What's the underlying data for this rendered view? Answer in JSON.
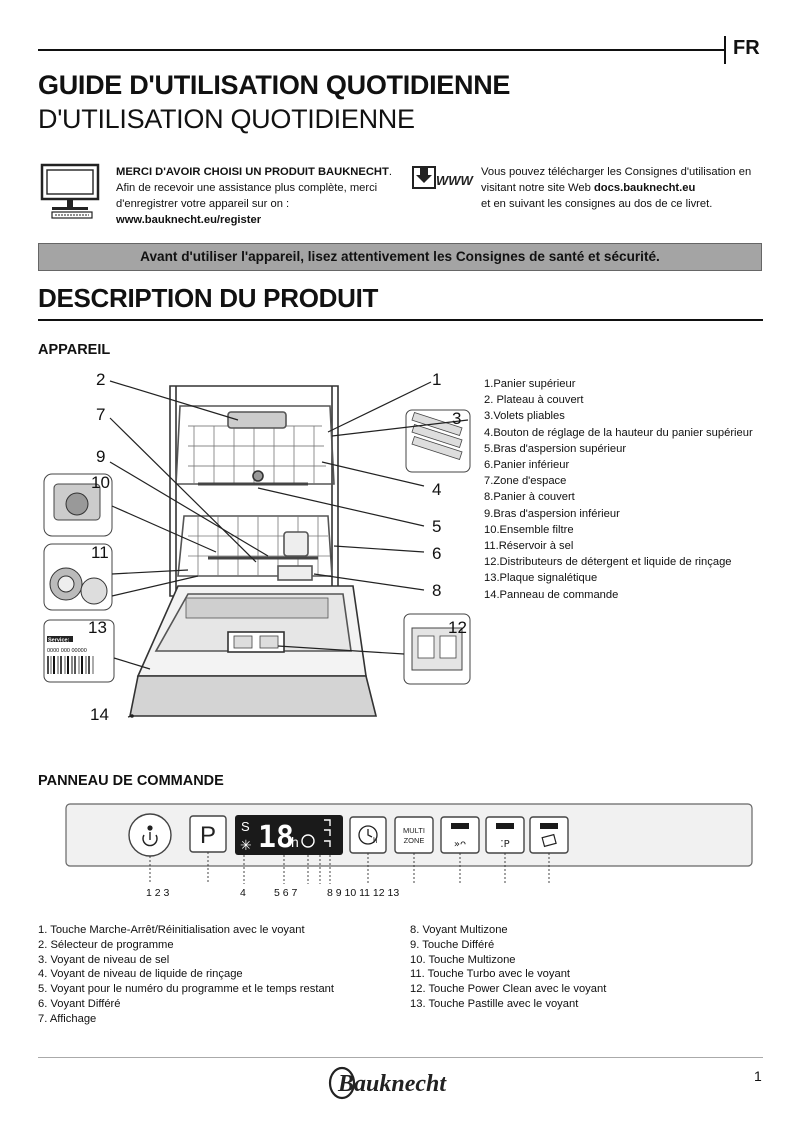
{
  "header": {
    "language": "FR",
    "title_bold": "GUIDE D'UTILISATION QUOTIDIENNE",
    "title_regular": "D'UTILISATION QUOTIDIENNE"
  },
  "info": {
    "thanks_bold": "MERCI D'AVOIR CHOISI UN PRODUIT BAUKNECHT",
    "thanks_dot": ".",
    "thanks_text": "Afin de recevoir une assistance plus complète, merci d'enregistrer votre appareil sur on :",
    "register_url": "www.bauknecht.eu/register",
    "download_prefix": "Vous pouvez télécharger les Consignes d'utilisation en visitant notre site Web ",
    "download_url": "docs.bauknecht.eu",
    "download_suffix": "et en suivant les consignes au dos de ce livret.",
    "download_icon_label": "WWW"
  },
  "warning": "Avant d'utiliser l'appareil, lisez attentivement les Consignes de santé et sécurité.",
  "description": {
    "title": "DESCRIPTION DU PRODUIT",
    "appareil_title": "APPAREIL",
    "callouts": [
      "1",
      "2",
      "3",
      "4",
      "5",
      "6",
      "7",
      "8",
      "9",
      "10",
      "11",
      "12",
      "13",
      "14"
    ],
    "rating_plate_label": "Service:",
    "rating_plate_number": "0000 000 00000",
    "parts": [
      "1.Panier supérieur",
      "2. Plateau à couvert",
      "3.Volets pliables",
      "4.Bouton de réglage de la hauteur du panier supérieur",
      "5.Bras d'aspersion supérieur",
      "6.Panier inférieur",
      "7.Zone d'espace",
      "8.Panier à couvert",
      "9.Bras d'aspersion inférieur",
      "10.Ensemble filtre",
      "11.Réservoir à sel",
      "12.Distributeurs de détergent et liquide de rinçage",
      "13.Plaque signalétique",
      "14.Panneau de commande"
    ]
  },
  "control_panel": {
    "title": "PANNEAU DE COMMANDE",
    "program_key": "P",
    "display_s": "S",
    "display_digits": "18",
    "display_h": "h",
    "multizone_line1": "MULTI",
    "multizone_line2": "ZONE",
    "delay_h": "h",
    "turbo_glyph": "»ᴖ",
    "number_labels": [
      "1 2 3",
      "4",
      "5 6 7",
      "8 9 10 11 12 13"
    ],
    "legend_left": [
      "1. Touche Marche-Arrêt/Réinitialisation avec le voyant",
      "2. Sélecteur de programme",
      "3. Voyant de niveau de sel",
      "4. Voyant de niveau de liquide de rinçage",
      "5.  Voyant pour le numéro du programme et le temps restant",
      "6. Voyant Différé",
      "7. Affichage"
    ],
    "legend_right": [
      "8. Voyant Multizone",
      "9. Touche Différé",
      "10. Touche Multizone",
      "11. Touche Turbo avec le voyant",
      "12. Touche Power Clean avec le voyant",
      "13. Touche Pastille avec le voyant"
    ]
  },
  "footer": {
    "brand": "Bauknecht",
    "page_number": "1"
  }
}
